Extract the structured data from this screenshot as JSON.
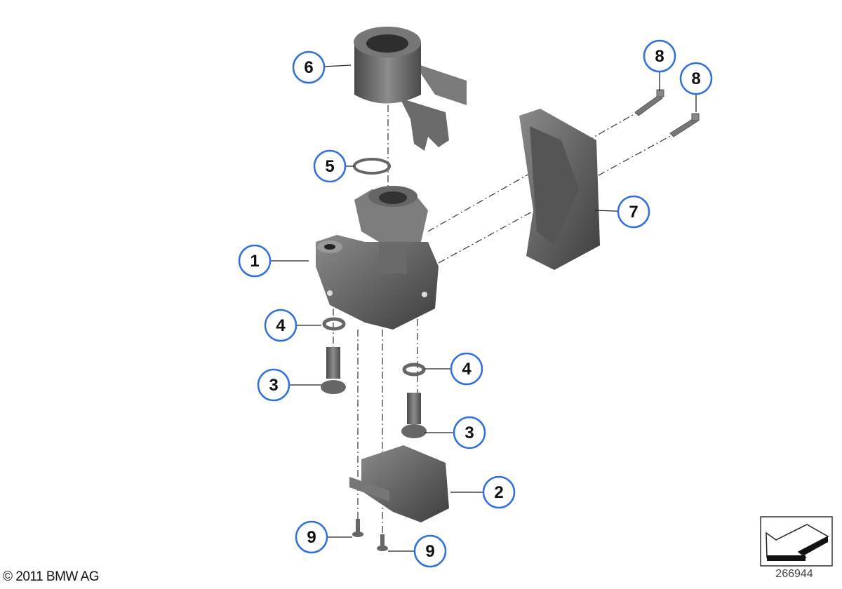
{
  "copyright": "© 2011 BMW AG",
  "diagram_id": "266944",
  "callout_color": "#2f6fe0",
  "part_color": "#5e5e5e",
  "callouts": [
    {
      "label": "6"
    },
    {
      "label": "8"
    },
    {
      "label": "8"
    },
    {
      "label": "5"
    },
    {
      "label": "7"
    },
    {
      "label": "1"
    },
    {
      "label": "4"
    },
    {
      "label": "4"
    },
    {
      "label": "3"
    },
    {
      "label": "3"
    },
    {
      "label": "2"
    },
    {
      "label": "9"
    },
    {
      "label": "9"
    }
  ],
  "orientation_icon": "arrow-direction-icon"
}
